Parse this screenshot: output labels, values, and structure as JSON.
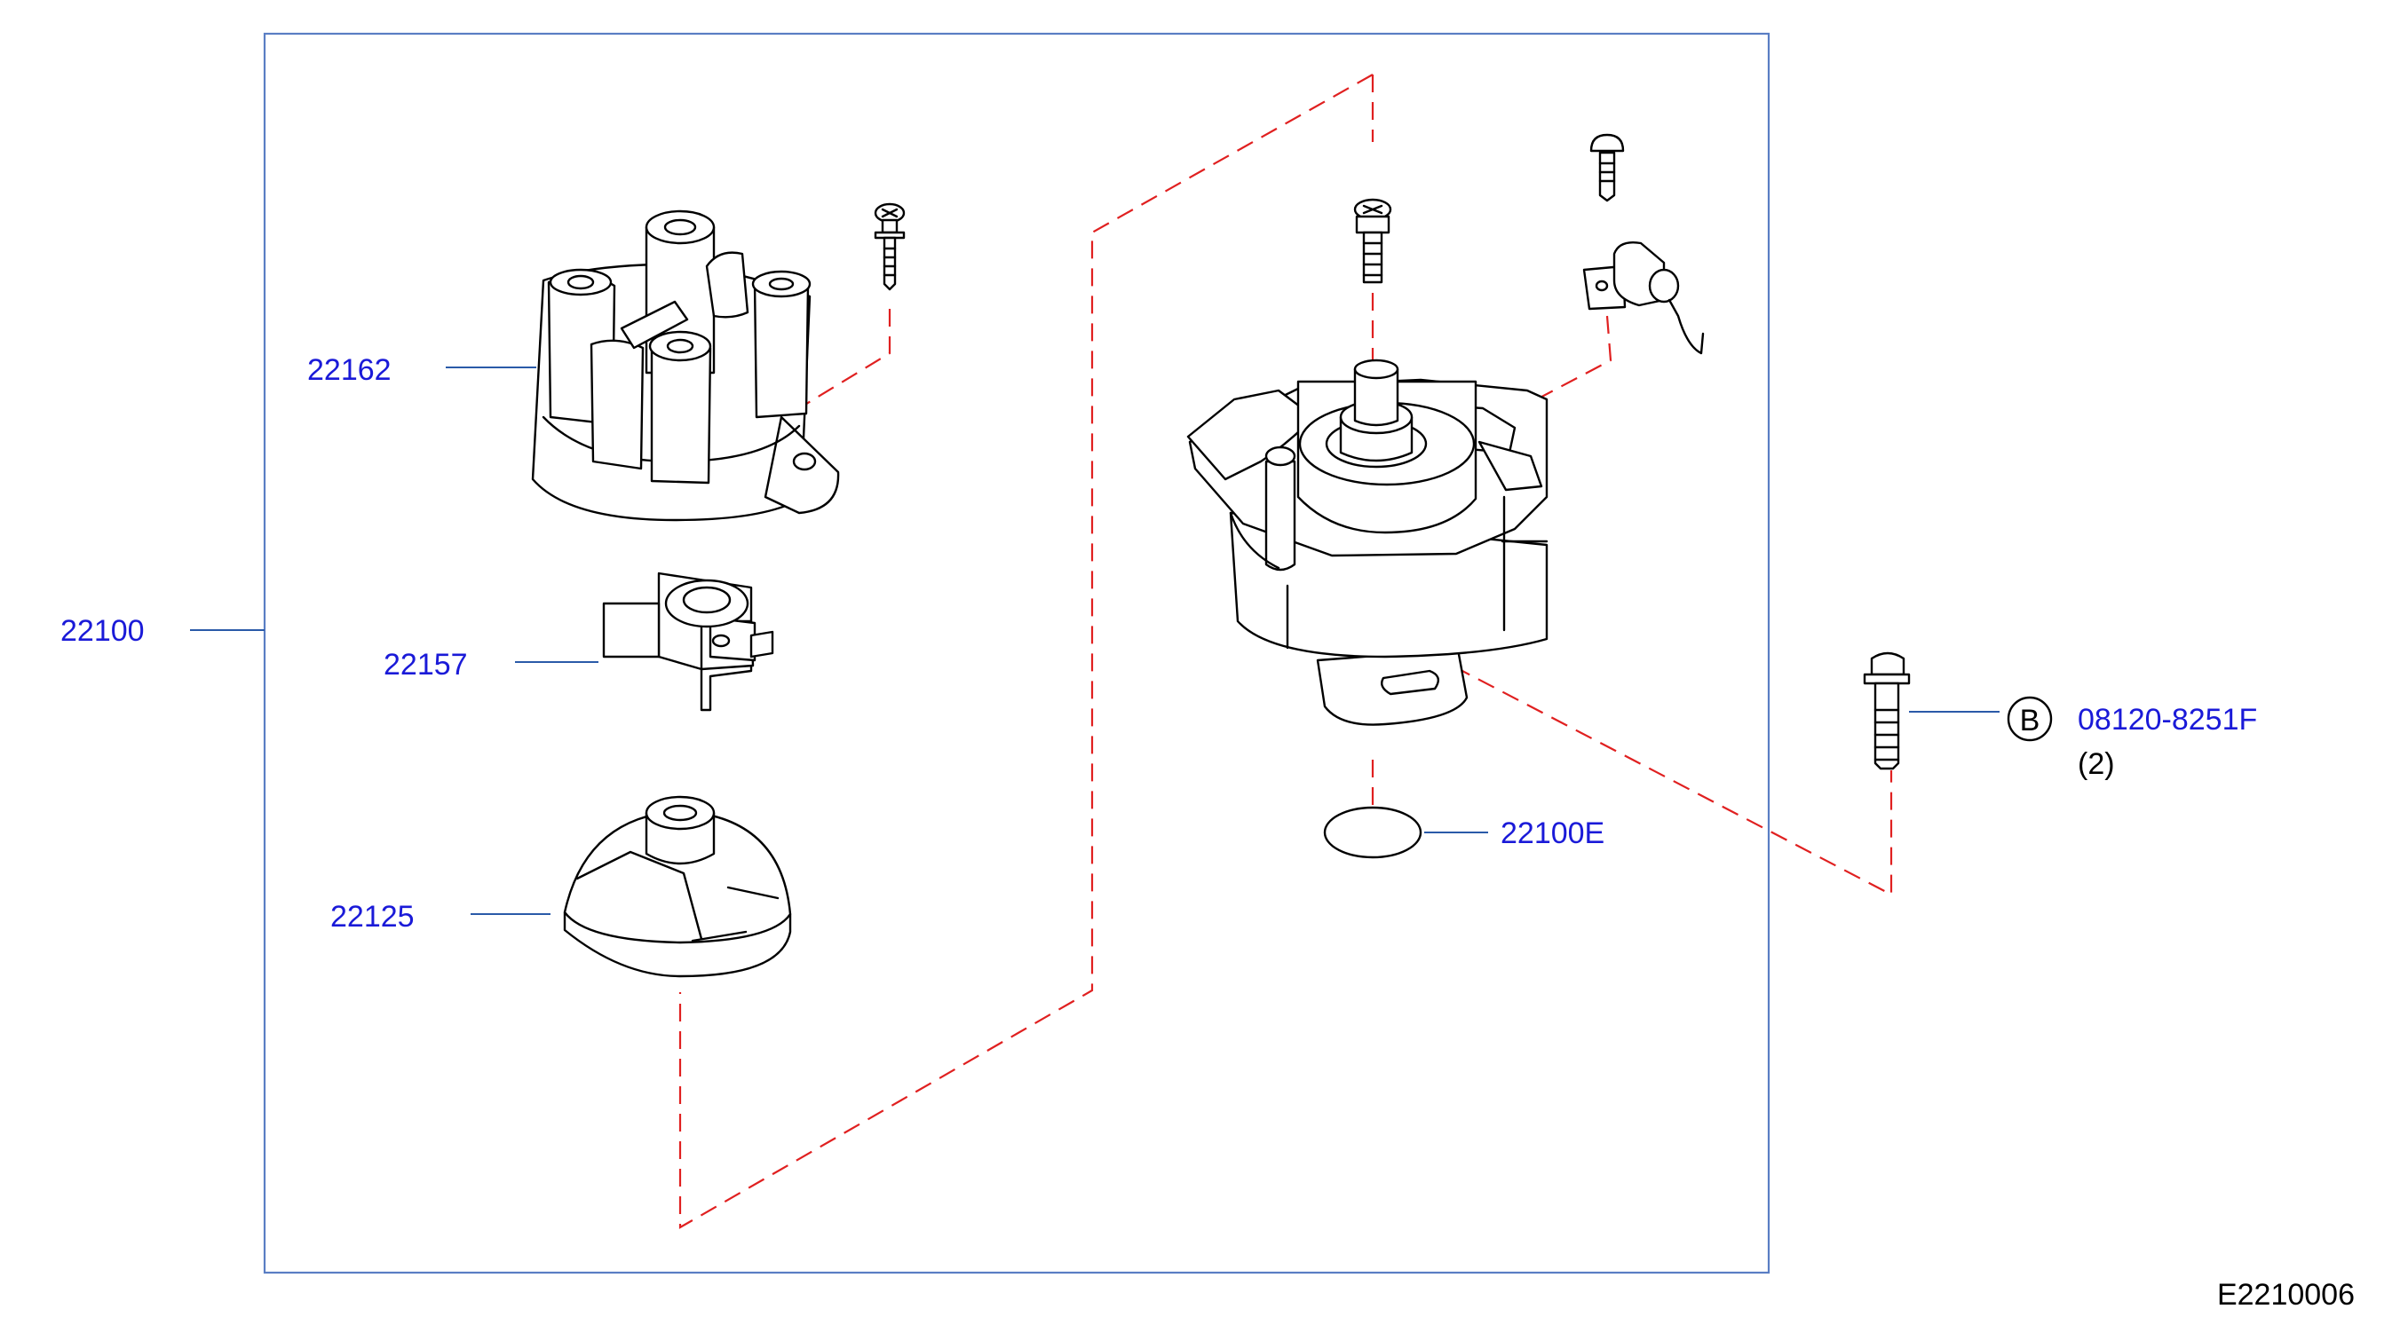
{
  "labels": {
    "assembly": "22100",
    "cap": "22162",
    "rotor": "22157",
    "cover": "22125",
    "seal": "22100E",
    "bolt_part": "08120-8251F",
    "bolt_qty": "(2)",
    "bolt_ref": "B"
  },
  "figure_code": "E2210006",
  "colors": {
    "label_text": "#1a1ad8",
    "leader_line": "#2a5aa8",
    "dashed_line": "#e02020",
    "frame": "#5a7ec4",
    "part_outline": "#000000"
  }
}
